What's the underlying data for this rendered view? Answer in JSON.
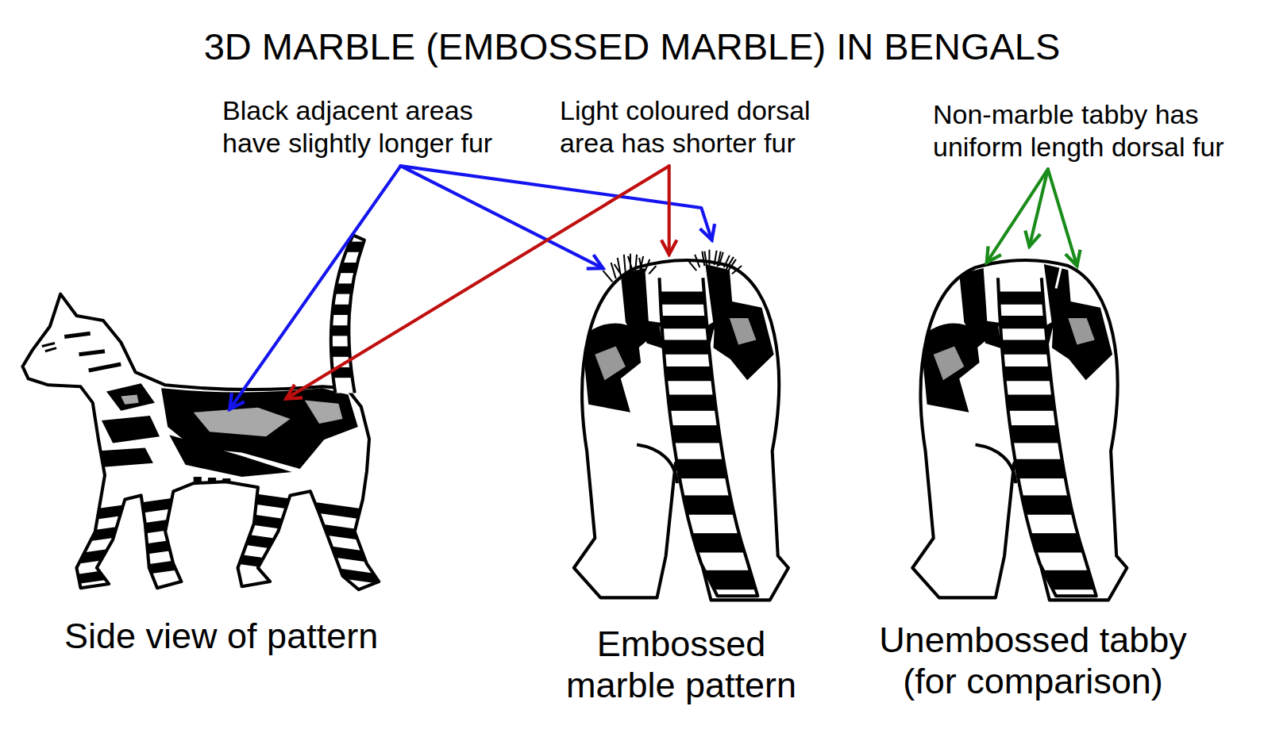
{
  "diagram": {
    "title": "3D MARBLE (EMBOSSED MARBLE) IN BENGALS",
    "labels": [
      "Black adjacent areas have slightly longer fur",
      "Light coloured dorsal area has shorter fur",
      "Non-marble tabby has uniform length dorsal fur",
      "Side view of pattern",
      "Embossed marble pattern",
      "Unembossed tabby (for comparison)"
    ]
  }
}
